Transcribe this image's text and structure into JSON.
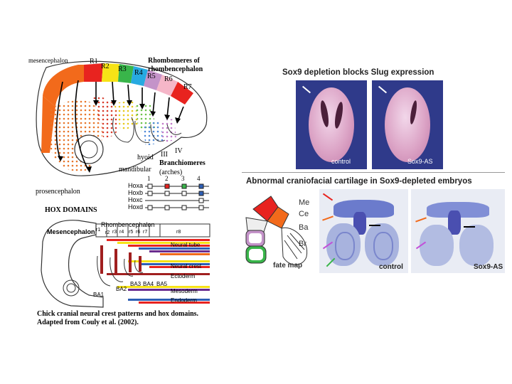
{
  "left_top": {
    "labels": {
      "mesencephalon": "mesencephalon",
      "r1": "R1",
      "r2": "R2",
      "r3": "R3",
      "r4": "R4",
      "r5": "R5",
      "r6": "R6",
      "r7": "R7",
      "rhombomeres_title_1": "Rhombomeres of",
      "rhombomeres_title_2": "rhombencephalon",
      "hyoid": "hyoid",
      "iii": "III",
      "iv": "IV",
      "branchiomeres": "Branchiomeres",
      "mandibular": "mandibular",
      "arches": "(arches)",
      "prosencephalon": "prosencephalon"
    },
    "hox_rows": [
      "Hoxa",
      "Hoxb",
      "Hoxc",
      "Hoxd"
    ],
    "hox_cols": [
      "1",
      "2",
      "3",
      "4"
    ]
  },
  "left_bottom": {
    "title": "HOX DOMAINS",
    "labels": {
      "rhombencephalon": "Rhombencephalon",
      "mesencephalon": "Mesencephalon",
      "r1": "r1",
      "r2": "r2",
      "r3": "r3",
      "r4": "r4",
      "r5": "r5",
      "r6": "r6",
      "r7": "r7",
      "r8": "r8",
      "neural_tube": "Neural tube",
      "neural_crest": "Neural crest",
      "ectoderm": "Ectoderm",
      "mesoderm": "Mesoderm",
      "endoderm": "Endoderm",
      "ba1": "BA1",
      "ba2": "BA2",
      "ba3": "BA3",
      "ba4": "BA4",
      "ba5": "BA5"
    }
  },
  "caption": {
    "line1": "Chick cranial neural crest patterns and hox domains.",
    "line2": "Adapted from Couly et al. (2002)."
  },
  "right_top": {
    "title": "Sox9 depletion blocks Slug expression",
    "label_control": "control",
    "label_sox9": "Sox9-AS"
  },
  "right_bottom": {
    "title": "Abnormal craniofacial cartilage in Sox9-depleted embryos",
    "fate_labels": {
      "me": "Me",
      "ce": "Ce",
      "ba": "Ba",
      "br": "Br"
    },
    "fate_map": "fate map",
    "label_control": "control",
    "label_sox9": "Sox9-AS"
  },
  "colors": {
    "orange": "#f26a1b",
    "red": "#e8231f",
    "yellow": "#f7e316",
    "green": "#39b54a",
    "cyan": "#27aae1",
    "blue": "#2e5fb5",
    "purple": "#c493c9",
    "pink": "#f5b6c8",
    "stain_blue": "#5d6fc8"
  }
}
